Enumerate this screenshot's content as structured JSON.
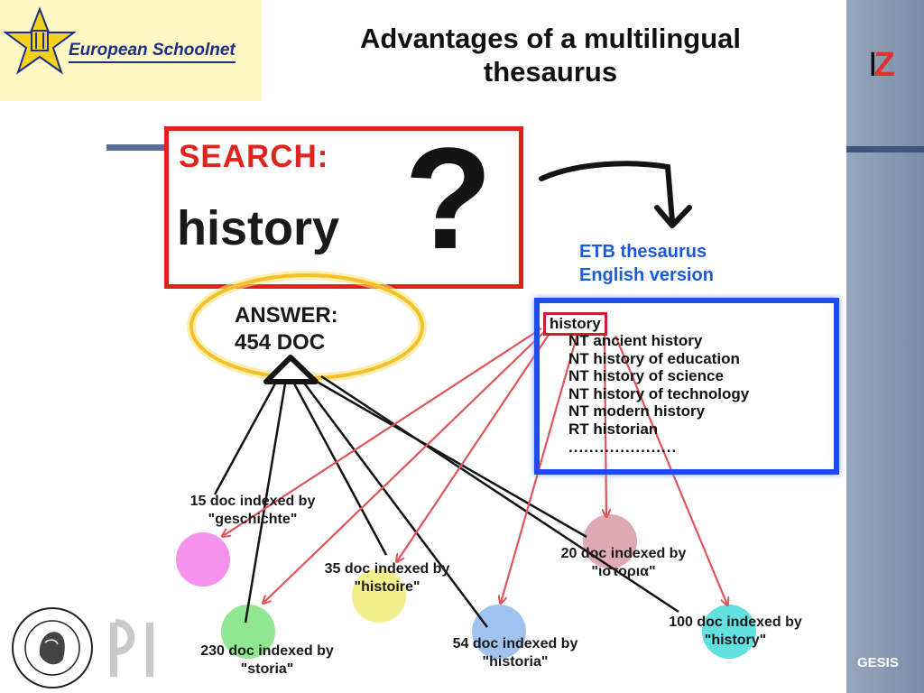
{
  "header": {
    "org_name": "European Schoolnet",
    "title_line1": "Advantages of a multilingual",
    "title_line2": "thesaurus",
    "iz_i": "I",
    "iz_z": "Z"
  },
  "footer": {
    "gesis": "GESIS"
  },
  "search": {
    "label": "SEARCH:",
    "term": "history",
    "question_mark": "?"
  },
  "answer": {
    "line1": "ANSWER:",
    "line2": "454 DOC"
  },
  "thesaurus": {
    "title_line1": "ETB thesaurus",
    "title_line2": "English version",
    "term": "history",
    "relations": [
      "NT ancient history",
      "NT history of education",
      "NT history of science",
      "NT history of technology",
      "NT modern history",
      "RT historian"
    ],
    "ellipsis": "....................."
  },
  "results": [
    {
      "line1": "15 doc indexed by",
      "line2": "\"geschichte\"",
      "color": "#f593ec"
    },
    {
      "line1": "230 doc indexed by",
      "line2": "\"storia\"",
      "color": "#8fe88f"
    },
    {
      "line1": "35 doc indexed by",
      "line2": "\"histoire\"",
      "color": "#f2f08a"
    },
    {
      "line1": "54 doc indexed by",
      "line2": "\"historia\"",
      "color": "#9fc3ee"
    },
    {
      "line1": "20 doc indexed by",
      "line2": "\"ιστορια\"",
      "color": "#deaab4"
    },
    {
      "line1": "100 doc indexed by",
      "line2": "\"history\"",
      "color": "#63e0e0"
    }
  ],
  "colors": {
    "search_border": "#e2201c",
    "thesaurus_border": "#1f4af0",
    "arrow_red": "#e0545a",
    "ellipse_glow": "#f3c22a",
    "sidebar": "#8a9bb5"
  }
}
